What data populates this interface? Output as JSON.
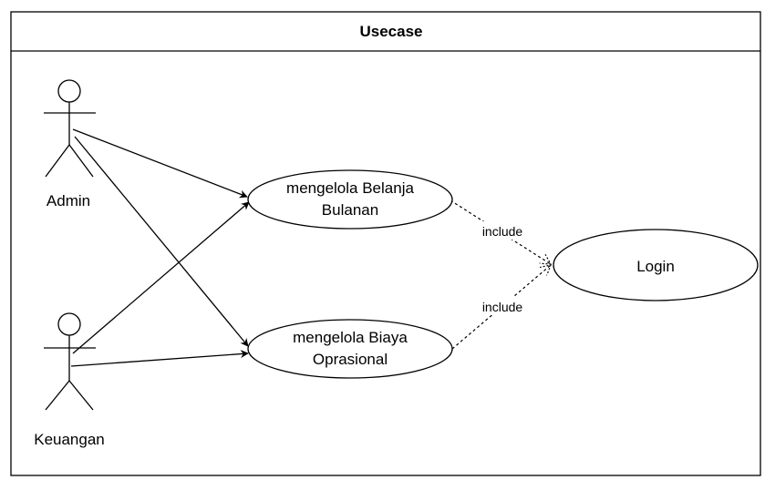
{
  "diagram": {
    "title": "Usecase",
    "actors": {
      "admin": "Admin",
      "keuangan": "Keuangan"
    },
    "usecases": {
      "belanja": [
        "mengelola Belanja",
        "Bulanan"
      ],
      "biaya": [
        "mengelola Biaya",
        "Oprasional"
      ],
      "login": "Login"
    },
    "relations": {
      "include_top": "include",
      "include_bottom": "include"
    }
  }
}
